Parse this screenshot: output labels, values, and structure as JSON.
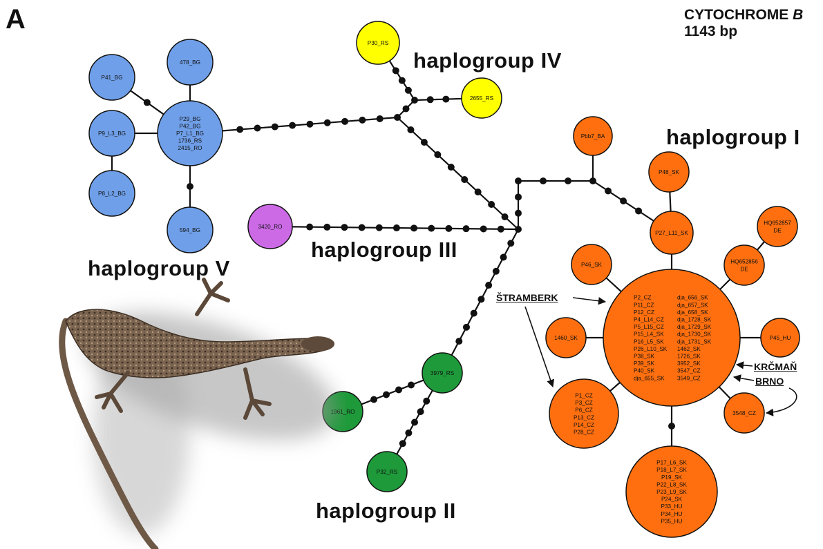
{
  "panel_label": "A",
  "gene": {
    "name": "CYTOCHROME",
    "name_italic": "B",
    "length": "1143 bp"
  },
  "colors": {
    "blue": "#6f9fe8",
    "yellow": "#ffff00",
    "purple": "#cc6ae6",
    "green": "#1e9a3a",
    "orange": "#ff6f0f",
    "line": "#111111"
  },
  "haplogroups": {
    "hg1": "haplogroup I",
    "hg2": "haplogroup II",
    "hg3": "haplogroup III",
    "hg4": "haplogroup IV",
    "hg5": "haplogroup V"
  },
  "locality_labels": {
    "stramberk": "ŠTRAMBERK",
    "krcman": "KRČMAŇ",
    "brno": "BRNO"
  },
  "nodes": [
    {
      "id": "n_p41",
      "group": "blue",
      "labels": [
        "P41_BG"
      ]
    },
    {
      "id": "n_478",
      "group": "blue",
      "labels": [
        "478_BG"
      ]
    },
    {
      "id": "n_bghub",
      "group": "blue",
      "labels": [
        "P29_BG",
        "P42_BG",
        "P7_L1_BG",
        "1736_RS",
        "2415_RO"
      ]
    },
    {
      "id": "n_p9",
      "group": "blue",
      "labels": [
        "P9_L3_BG"
      ]
    },
    {
      "id": "n_p8",
      "group": "blue",
      "labels": [
        "P8_L2_BG"
      ]
    },
    {
      "id": "n_594",
      "group": "blue",
      "labels": [
        "594_BG"
      ]
    },
    {
      "id": "n_p30",
      "group": "yellow",
      "labels": [
        "P30_RS"
      ]
    },
    {
      "id": "n_2655",
      "group": "yellow",
      "labels": [
        "2655_RS"
      ]
    },
    {
      "id": "n_3420",
      "group": "purple",
      "labels": [
        "3420_RO"
      ]
    },
    {
      "id": "n_3979",
      "group": "green",
      "labels": [
        "3979_RS"
      ]
    },
    {
      "id": "n_1961",
      "group": "green",
      "labels": [
        "1961_RO"
      ]
    },
    {
      "id": "n_p32",
      "group": "green",
      "labels": [
        "P32_RS"
      ]
    },
    {
      "id": "n_pbb7",
      "group": "orange",
      "labels": [
        "Pbb7_BA"
      ]
    },
    {
      "id": "n_p48",
      "group": "orange",
      "labels": [
        "P48_SK"
      ]
    },
    {
      "id": "n_p27",
      "group": "orange",
      "labels": [
        "P27_L11_SK"
      ]
    },
    {
      "id": "n_hq57",
      "group": "orange",
      "labels": [
        "HQ652857",
        "DE"
      ]
    },
    {
      "id": "n_hq56",
      "group": "orange",
      "labels": [
        "HQ652856",
        "DE"
      ]
    },
    {
      "id": "n_p46",
      "group": "orange",
      "labels": [
        "P46_SK"
      ]
    },
    {
      "id": "n_1460",
      "group": "orange",
      "labels": [
        "1460_SK"
      ]
    },
    {
      "id": "n_p45",
      "group": "orange",
      "labels": [
        "P45_HU"
      ]
    },
    {
      "id": "n_3548",
      "group": "orange",
      "labels": [
        "3548_CZ"
      ]
    },
    {
      "id": "n_hub",
      "group": "orange",
      "labels": [],
      "col1": [
        "P2_CZ",
        "P11_CZ",
        "P12_CZ",
        "P4_L14_CZ",
        "P5_L15_CZ",
        "P15_L4_SK",
        "P16_L5_SK",
        "P26_L10_SK",
        "P38_SK",
        "P39_SK",
        "P40_SK",
        "dja_655_SK"
      ],
      "col2": [
        "dja_656_SK",
        "dja_657_SK",
        "dja_658_SK",
        "dja_1728_SK",
        "dja_1729_SK",
        "dja_1730_SK",
        "dja_1731_SK",
        "1462_SK",
        "1726_SK",
        "3952_SK",
        "3547_CZ",
        "3549_CZ"
      ]
    },
    {
      "id": "n_pcz",
      "group": "orange",
      "labels": [
        "P1_CZ",
        "P3_CZ",
        "P6_CZ",
        "P13_CZ",
        "P14_CZ",
        "P28_CZ"
      ]
    },
    {
      "id": "n_psk",
      "group": "orange",
      "labels": [
        "P17_L6_SK",
        "P18_L7_SK",
        "P19_SK",
        "P22_L8_SK",
        "P23_L9_SK",
        "P24_SK",
        "P33_HU",
        "P34_HU",
        "P35_HU"
      ]
    }
  ]
}
